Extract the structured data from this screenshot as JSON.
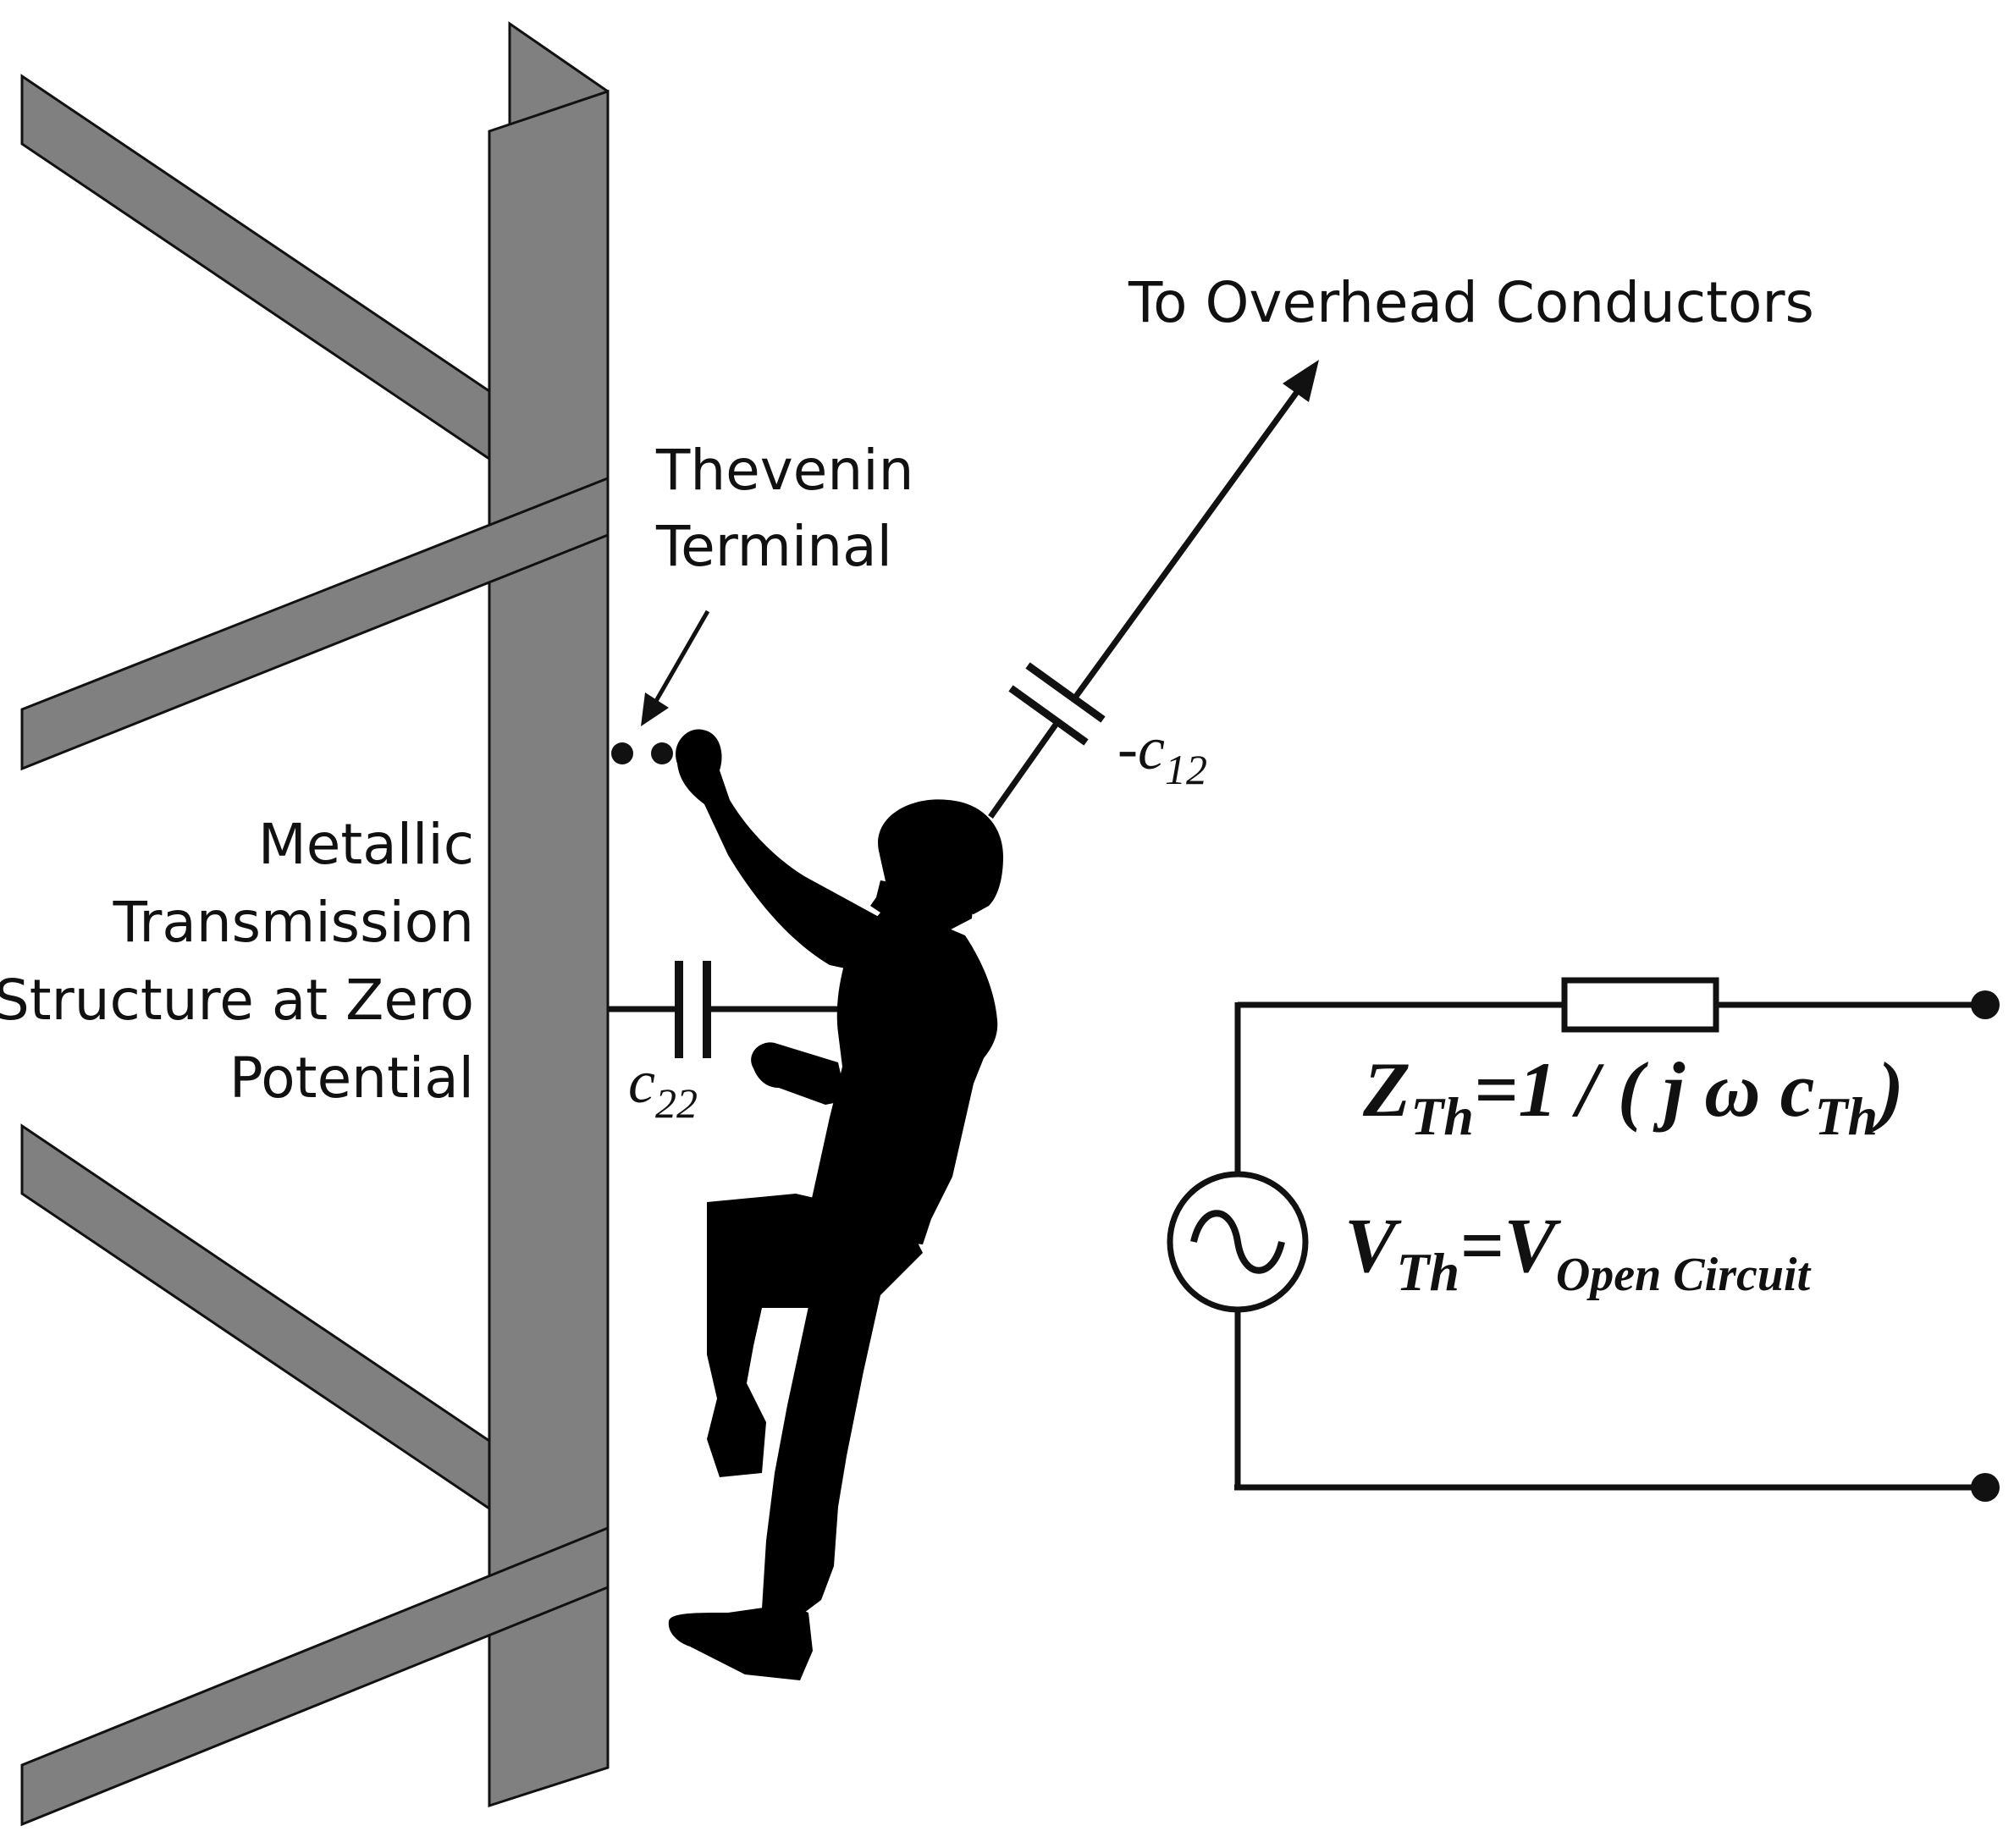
{
  "labels": {
    "to_overhead": "To Overhead Conductors",
    "thevenin_line1": "Thevenin",
    "thevenin_line2": "Terminal",
    "structure_line1": "Metallic",
    "structure_line2": "Transmission",
    "structure_line3": "Structure at Zero",
    "structure_line4": "Potential"
  },
  "capacitors": {
    "c12": {
      "prefix": "-c",
      "sub": "12"
    },
    "c22": {
      "main": "c",
      "sub": "22"
    }
  },
  "equations": {
    "z_main": "Z",
    "z_sub": "Th",
    "z_mid": "=1 / ( j ω c",
    "z_sub2": "Th",
    "z_end": ")",
    "v_main": "V",
    "v_sub": "Th",
    "v_mid": "=V",
    "v_sub2": "Open Circuit"
  },
  "colors": {
    "steel_fill": "#808080",
    "stroke": "#111111",
    "silhouette": "#000000"
  },
  "icons": {
    "source": "ac-voltage-source-icon",
    "resistor": "impedance-box-icon"
  }
}
